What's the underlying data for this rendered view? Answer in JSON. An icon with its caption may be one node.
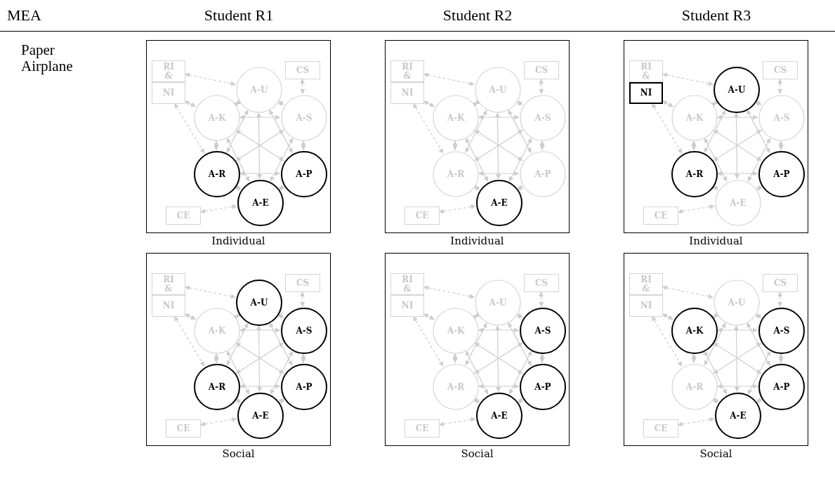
{
  "diagram": {
    "nodes": [
      {
        "text": [],
        "shape": "box",
        "beside": [
          "Individual"
        ]
      },
      {
        "text": [
          "RI &"
        ],
        "in": 0
      },
      {
        "text": [
          "NI"
        ],
        "in": 0
      },
      {
        "text": [
          "CS"
        ],
        "in": 0
      },
      {
        "text": [
          "A-U"
        ],
        "in": 0
      },
      {
        "text": [
          "A-K"
        ],
        "in": 0
      },
      {
        "text": [
          "A-S"
        ],
        "in": 0
      },
      {
        "text": [
          "A-R"
        ],
        "in": 0
      },
      {
        "text": [
          "A-P"
        ],
        "in": 0
      },
      {
        "text": [
          "A-E"
        ],
        "in": 0
      },
      {
        "text": [
          "CE"
        ],
        "in": 0
      },
      {
        "text": [],
        "shape": "box",
        "beside": [
          "Individual"
        ]
      },
      {
        "text": [
          "RI &"
        ],
        "in": 11
      },
      {
        "text": [
          "NI"
        ],
        "in": 11
      },
      {
        "text": [
          "CS"
        ],
        "in": 11
      },
      {
        "text": [
          "A-U"
        ],
        "in": 11
      },
      {
        "text": [
          "A-K"
        ],
        "in": 11
      },
      {
        "text": [
          "A-S"
        ],
        "in": 11
      },
      {
        "text": [
          "A-R"
        ],
        "in": 11
      },
      {
        "text": [
          "A-P"
        ],
        "in": 11
      },
      {
        "text": [
          "A-E"
        ],
        "in": 11
      },
      {
        "text": [
          "CE"
        ],
        "in": 11
      },
      {
        "text": [],
        "shape": "box",
        "beside": [
          "Individual"
        ]
      },
      {
        "text": [
          "RI &"
        ],
        "in": 22
      },
      {
        "text": [
          "NI"
        ],
        "in": 22
      },
      {
        "text": [
          "CS"
        ],
        "in": 22
      },
      {
        "text": [
          "A-U"
        ],
        "in": 22
      },
      {
        "text": [
          "A-K"
        ],
        "in": 22
      },
      {
        "text": [
          "A-S"
        ],
        "in": 22
      },
      {
        "text": [
          "A-R"
        ],
        "in": 22
      },
      {
        "text": [
          "A-P"
        ],
        "in": 22
      },
      {
        "text": [
          "A-E"
        ],
        "in": 22
      },
      {
        "text": [
          "CE"
        ],
        "in": 22
      },
      {
        "text": [],
        "shape": "box",
        "beside": [
          "Social"
        ]
      },
      {
        "text": [
          "RI &"
        ],
        "in": 33
      },
      {
        "text": [
          "NI"
        ],
        "in": 33
      },
      {
        "text": [
          "CS"
        ],
        "in": 33
      },
      {
        "text": [
          "A-U"
        ],
        "in": 33
      },
      {
        "text": [
          "A-K"
        ],
        "in": 33
      },
      {
        "text": [
          "A-S"
        ],
        "in": 33
      },
      {
        "text": [
          "A-R"
        ],
        "in": 33
      },
      {
        "text": [
          "A-P"
        ],
        "in": 33
      },
      {
        "text": [
          "A-E"
        ],
        "in": 33
      },
      {
        "text": [
          "CE"
        ],
        "in": 33
      },
      {
        "text": [],
        "shape": "box",
        "beside": [
          "Social"
        ]
      },
      {
        "text": [
          "RI &"
        ],
        "in": 44
      },
      {
        "text": [
          "NI"
        ],
        "in": 44
      },
      {
        "text": [
          "CS"
        ],
        "in": 44
      },
      {
        "text": [
          "A-U"
        ],
        "in": 44
      },
      {
        "text": [
          "A-K"
        ],
        "in": 44
      },
      {
        "text": [
          "A-S"
        ],
        "in": 44
      },
      {
        "text": [
          "A-R"
        ],
        "in": 44
      },
      {
        "text": [
          "A-P"
        ],
        "in": 44
      },
      {
        "text": [
          "A-E"
        ],
        "in": 44
      },
      {
        "text": [
          "CE"
        ],
        "in": 44
      },
      {
        "text": [],
        "shape": "box",
        "beside": [
          "Social"
        ]
      },
      {
        "text": [
          "RI &"
        ],
        "in": 55
      },
      {
        "text": [
          "NI"
        ],
        "in": 55
      },
      {
        "text": [
          "CS"
        ],
        "in": 55
      },
      {
        "text": [
          "A-U"
        ],
        "in": 55
      },
      {
        "text": [
          "A-K"
        ],
        "in": 55
      },
      {
        "text": [
          "A-S"
        ],
        "in": 55
      },
      {
        "text": [
          "A-R"
        ],
        "in": 55
      },
      {
        "text": [
          "A-P"
        ],
        "in": 55
      },
      {
        "text": [
          "A-E"
        ],
        "in": 55
      },
      {
        "text": [
          "CE"
        ],
        "in": 55
      }
    ],
    "edges": [
      {
        "from": 1,
        "to": 4,
        "arrow": "both",
        "style": "dashed"
      },
      {
        "from": 2,
        "to": 5,
        "arrow": "both",
        "style": "dashed"
      },
      {
        "from": 2,
        "to": 7,
        "arrow": "both",
        "style": "dashed"
      },
      {
        "from": 3,
        "to": 6,
        "arrow": "both",
        "style": "dashed"
      },
      {
        "from": 10,
        "to": 9,
        "arrow": "both",
        "style": "dashed"
      },
      {
        "from": 4,
        "to": 5,
        "arrow": "both"
      },
      {
        "from": 4,
        "to": 6,
        "arrow": "both"
      },
      {
        "from": 5,
        "to": 6,
        "arrow": "both"
      },
      {
        "from": 5,
        "to": 7,
        "arrow": "both"
      },
      {
        "from": 6,
        "to": 8,
        "arrow": "both"
      },
      {
        "from": 7,
        "to": 8,
        "arrow": "both"
      },
      {
        "from": 7,
        "to": 9,
        "arrow": "both"
      },
      {
        "from": 8,
        "to": 9,
        "arrow": "both"
      },
      {
        "from": 4,
        "to": 9,
        "arrow": "both"
      },
      {
        "from": 4,
        "to": 7,
        "arrow": "both"
      },
      {
        "from": 4,
        "to": 8,
        "arrow": "both"
      },
      {
        "from": 5,
        "to": 8,
        "arrow": "both"
      },
      {
        "from": 5,
        "to": 9,
        "arrow": "both"
      },
      {
        "from": 6,
        "to": 7,
        "arrow": "both"
      },
      {
        "from": 6,
        "to": 9,
        "arrow": "both"
      },
      {
        "from": 12,
        "to": 15,
        "arrow": "both",
        "style": "dashed"
      },
      {
        "from": 13,
        "to": 16,
        "arrow": "both",
        "style": "dashed"
      },
      {
        "from": 13,
        "to": 18,
        "arrow": "both",
        "style": "dashed"
      },
      {
        "from": 14,
        "to": 17,
        "arrow": "both",
        "style": "dashed"
      },
      {
        "from": 21,
        "to": 20,
        "arrow": "both",
        "style": "dashed"
      },
      {
        "from": 15,
        "to": 16,
        "arrow": "both"
      },
      {
        "from": 15,
        "to": 17,
        "arrow": "both"
      },
      {
        "from": 16,
        "to": 17,
        "arrow": "both"
      },
      {
        "from": 16,
        "to": 18,
        "arrow": "both"
      },
      {
        "from": 17,
        "to": 19,
        "arrow": "both"
      },
      {
        "from": 18,
        "to": 19,
        "arrow": "both"
      },
      {
        "from": 18,
        "to": 20,
        "arrow": "both"
      },
      {
        "from": 19,
        "to": 20,
        "arrow": "both"
      },
      {
        "from": 15,
        "to": 20,
        "arrow": "both"
      },
      {
        "from": 15,
        "to": 18,
        "arrow": "both"
      },
      {
        "from": 15,
        "to": 19,
        "arrow": "both"
      },
      {
        "from": 16,
        "to": 19,
        "arrow": "both"
      },
      {
        "from": 16,
        "to": 20,
        "arrow": "both"
      },
      {
        "from": 17,
        "to": 18,
        "arrow": "both"
      },
      {
        "from": 17,
        "to": 20,
        "arrow": "both"
      },
      {
        "from": 23,
        "to": 26,
        "arrow": "both",
        "style": "dashed"
      },
      {
        "from": 24,
        "to": 27,
        "arrow": "both",
        "style": "dashed"
      },
      {
        "from": 24,
        "to": 29,
        "arrow": "both",
        "style": "dashed"
      },
      {
        "from": 25,
        "to": 28,
        "arrow": "both",
        "style": "dashed"
      },
      {
        "from": 32,
        "to": 31,
        "arrow": "both",
        "style": "dashed"
      },
      {
        "from": 26,
        "to": 27,
        "arrow": "both"
      },
      {
        "from": 26,
        "to": 28,
        "arrow": "both"
      },
      {
        "from": 27,
        "to": 28,
        "arrow": "both"
      },
      {
        "from": 27,
        "to": 29,
        "arrow": "both"
      },
      {
        "from": 28,
        "to": 30,
        "arrow": "both"
      },
      {
        "from": 29,
        "to": 30,
        "arrow": "both"
      },
      {
        "from": 29,
        "to": 31,
        "arrow": "both"
      },
      {
        "from": 30,
        "to": 31,
        "arrow": "both"
      },
      {
        "from": 26,
        "to": 31,
        "arrow": "both"
      },
      {
        "from": 26,
        "to": 29,
        "arrow": "both"
      },
      {
        "from": 26,
        "to": 30,
        "arrow": "both"
      },
      {
        "from": 27,
        "to": 30,
        "arrow": "both"
      },
      {
        "from": 27,
        "to": 31,
        "arrow": "both"
      },
      {
        "from": 28,
        "to": 29,
        "arrow": "both"
      },
      {
        "from": 28,
        "to": 31,
        "arrow": "both"
      },
      {
        "from": 34,
        "to": 37,
        "arrow": "both",
        "style": "dashed"
      },
      {
        "from": 35,
        "to": 38,
        "arrow": "both",
        "style": "dashed"
      },
      {
        "from": 35,
        "to": 40,
        "arrow": "both",
        "style": "dashed"
      },
      {
        "from": 36,
        "to": 39,
        "arrow": "both",
        "style": "dashed"
      },
      {
        "from": 43,
        "to": 42,
        "arrow": "both",
        "style": "dashed"
      },
      {
        "from": 37,
        "to": 38,
        "arrow": "both"
      },
      {
        "from": 37,
        "to": 39,
        "arrow": "both"
      },
      {
        "from": 38,
        "to": 39,
        "arrow": "both"
      },
      {
        "from": 38,
        "to": 40,
        "arrow": "both"
      },
      {
        "from": 39,
        "to": 41,
        "arrow": "both"
      },
      {
        "from": 40,
        "to": 41,
        "arrow": "both"
      },
      {
        "from": 40,
        "to": 42,
        "arrow": "both"
      },
      {
        "from": 41,
        "to": 42,
        "arrow": "both"
      },
      {
        "from": 37,
        "to": 42,
        "arrow": "both"
      },
      {
        "from": 37,
        "to": 40,
        "arrow": "both"
      },
      {
        "from": 37,
        "to": 41,
        "arrow": "both"
      },
      {
        "from": 38,
        "to": 41,
        "arrow": "both"
      },
      {
        "from": 38,
        "to": 42,
        "arrow": "both"
      },
      {
        "from": 39,
        "to": 40,
        "arrow": "both"
      },
      {
        "from": 39,
        "to": 42,
        "arrow": "both"
      },
      {
        "from": 45,
        "to": 48,
        "arrow": "both",
        "style": "dashed"
      },
      {
        "from": 46,
        "to": 49,
        "arrow": "both",
        "style": "dashed"
      },
      {
        "from": 46,
        "to": 51,
        "arrow": "both",
        "style": "dashed"
      },
      {
        "from": 47,
        "to": 50,
        "arrow": "both",
        "style": "dashed"
      },
      {
        "from": 54,
        "to": 53,
        "arrow": "both",
        "style": "dashed"
      },
      {
        "from": 48,
        "to": 49,
        "arrow": "both"
      },
      {
        "from": 48,
        "to": 50,
        "arrow": "both"
      },
      {
        "from": 49,
        "to": 50,
        "arrow": "both"
      },
      {
        "from": 49,
        "to": 51,
        "arrow": "both"
      },
      {
        "from": 50,
        "to": 52,
        "arrow": "both"
      },
      {
        "from": 51,
        "to": 52,
        "arrow": "both"
      },
      {
        "from": 51,
        "to": 53,
        "arrow": "both"
      },
      {
        "from": 52,
        "to": 53,
        "arrow": "both"
      },
      {
        "from": 48,
        "to": 53,
        "arrow": "both"
      },
      {
        "from": 48,
        "to": 51,
        "arrow": "both"
      },
      {
        "from": 48,
        "to": 52,
        "arrow": "both"
      },
      {
        "from": 49,
        "to": 52,
        "arrow": "both"
      },
      {
        "from": 49,
        "to": 53,
        "arrow": "both"
      },
      {
        "from": 50,
        "to": 51,
        "arrow": "both"
      },
      {
        "from": 50,
        "to": 53,
        "arrow": "both"
      },
      {
        "from": 56,
        "to": 59,
        "arrow": "both",
        "style": "dashed"
      },
      {
        "from": 57,
        "to": 60,
        "arrow": "both",
        "style": "dashed"
      },
      {
        "from": 57,
        "to": 62,
        "arrow": "both",
        "style": "dashed"
      },
      {
        "from": 58,
        "to": 61,
        "arrow": "both",
        "style": "dashed"
      },
      {
        "from": 65,
        "to": 64,
        "arrow": "both",
        "style": "dashed"
      },
      {
        "from": 59,
        "to": 60,
        "arrow": "both"
      },
      {
        "from": 59,
        "to": 61,
        "arrow": "both"
      },
      {
        "from": 60,
        "to": 61,
        "arrow": "both"
      },
      {
        "from": 60,
        "to": 62,
        "arrow": "both"
      },
      {
        "from": 61,
        "to": 63,
        "arrow": "both"
      },
      {
        "from": 62,
        "to": 63,
        "arrow": "both"
      },
      {
        "from": 62,
        "to": 64,
        "arrow": "both"
      },
      {
        "from": 63,
        "to": 64,
        "arrow": "both"
      },
      {
        "from": 59,
        "to": 64,
        "arrow": "both"
      },
      {
        "from": 59,
        "to": 62,
        "arrow": "both"
      },
      {
        "from": 59,
        "to": 63,
        "arrow": "both"
      },
      {
        "from": 60,
        "to": 63,
        "arrow": "both"
      },
      {
        "from": 60,
        "to": 64,
        "arrow": "both"
      },
      {
        "from": 61,
        "to": 62,
        "arrow": "both"
      },
      {
        "from": 61,
        "to": 64,
        "arrow": "both"
      }
    ],
    "labels": [
      "MEA",
      "Student R1",
      "Student R2",
      "Student R3",
      "Paper Airplane"
    ]
  }
}
